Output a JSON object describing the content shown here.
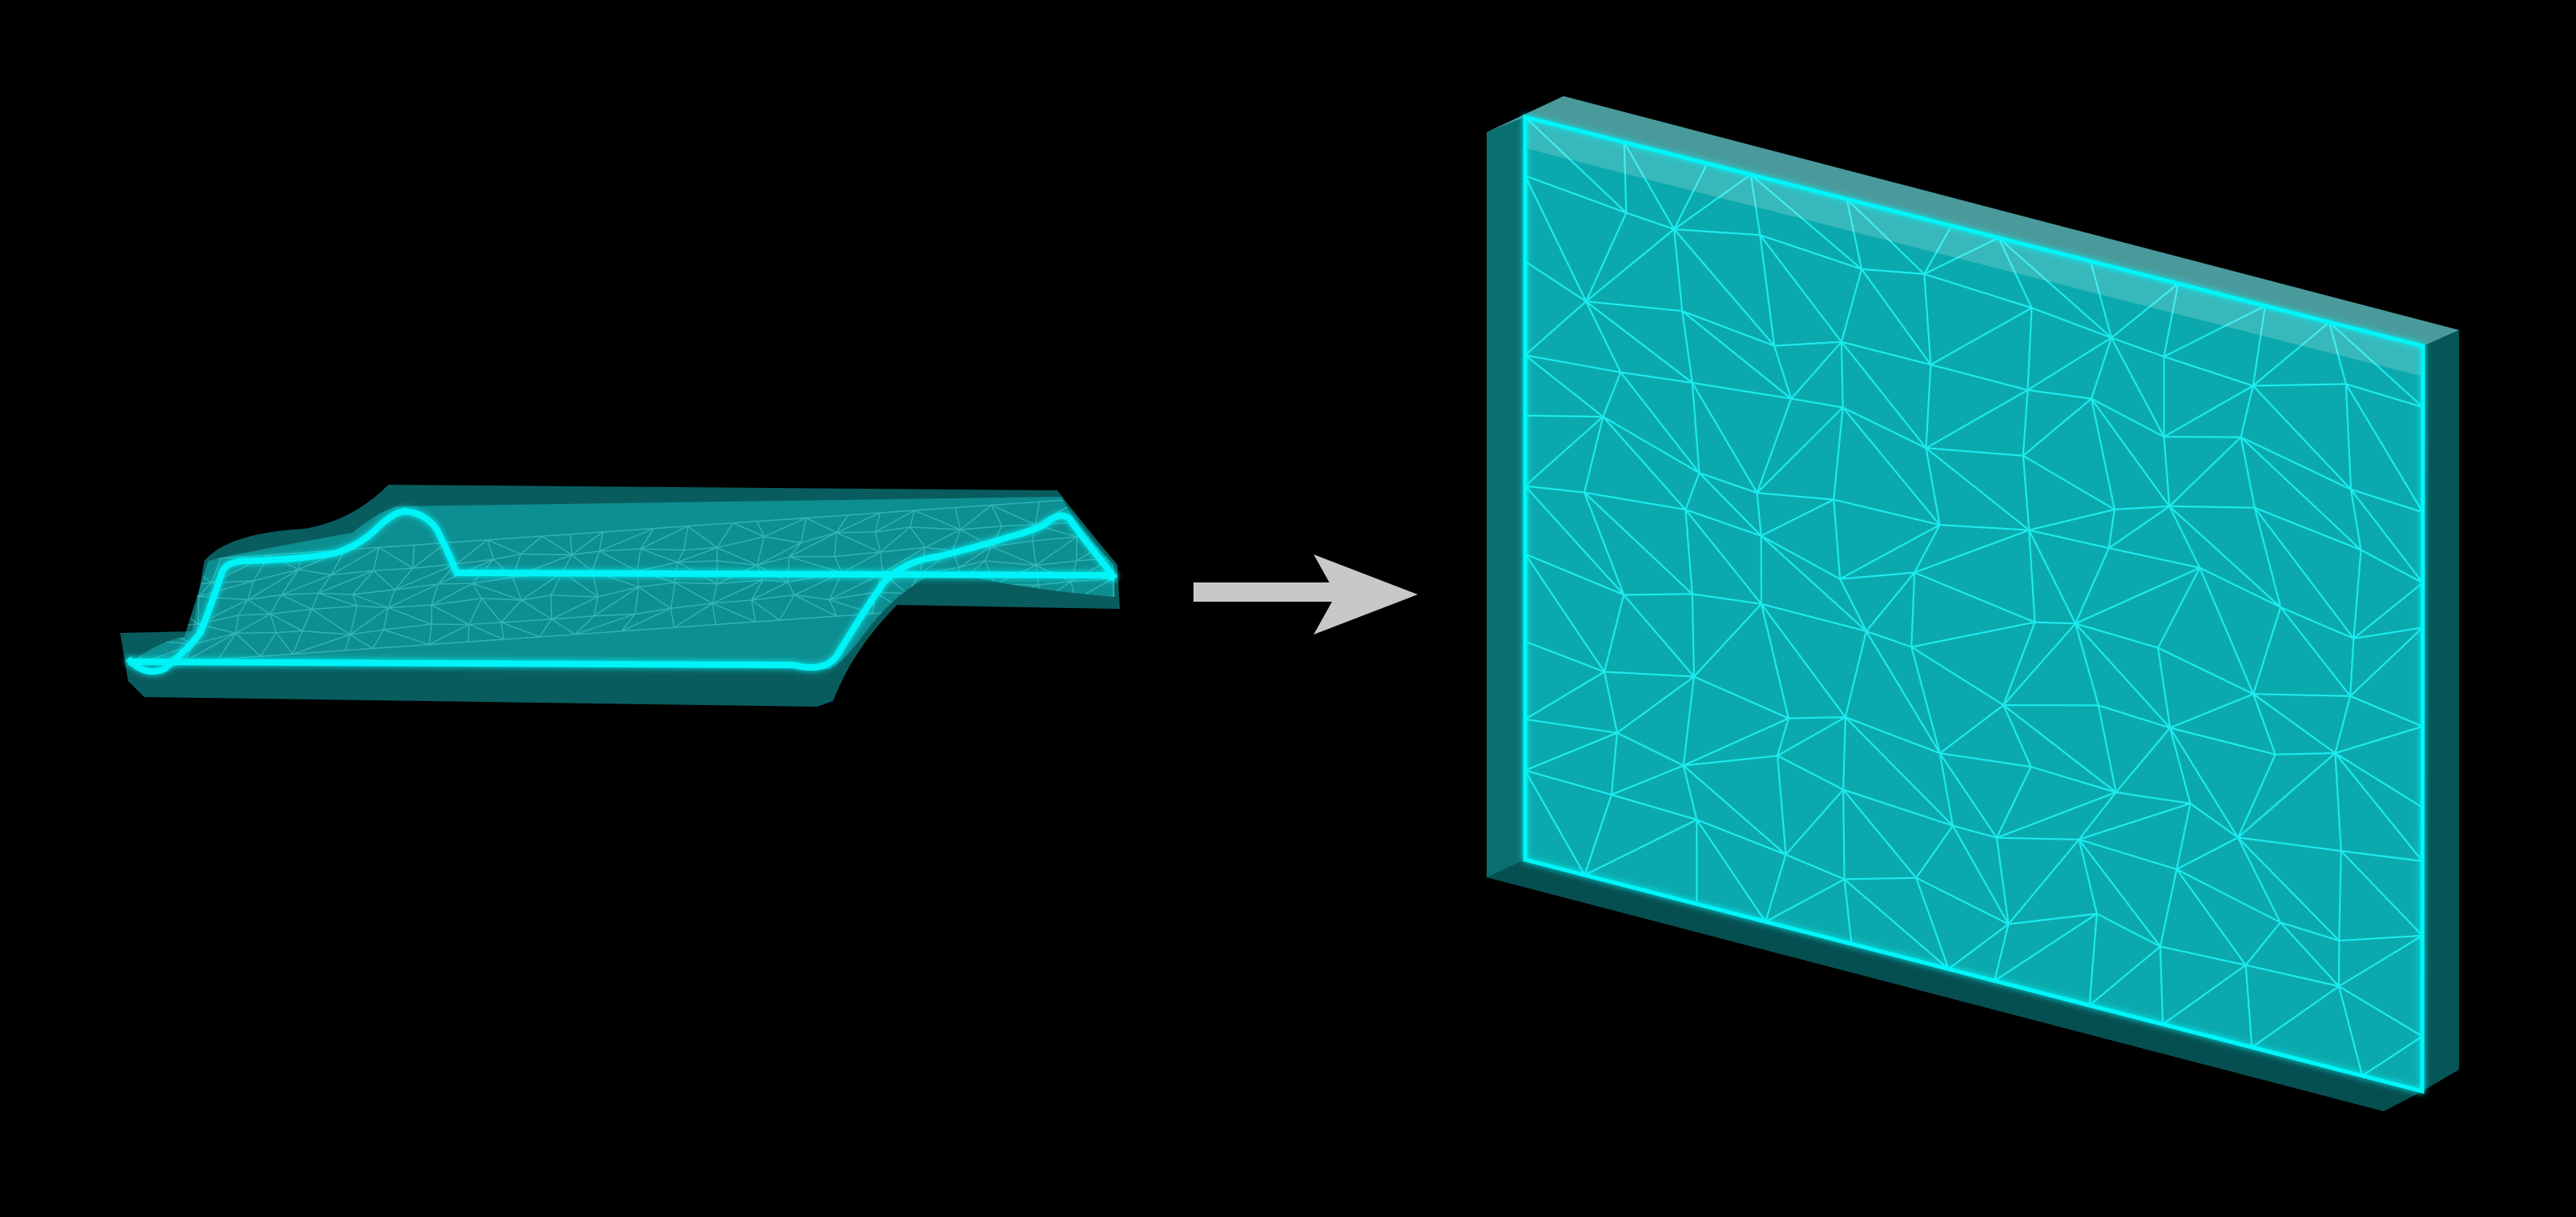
{
  "colors": {
    "background": "#000000",
    "panel_fill": "#0ba9ad",
    "panel_edge_dark": "#075a5c",
    "panel_edge_light": "#4a9a9b",
    "mesh_line": "#1ff2f5",
    "mesh_glow": "#00ffff",
    "arrow": "#c8c8c8"
  },
  "diagram": {
    "left": {
      "shape": "warped-sheet",
      "style": "translucent-triangle-mesh"
    },
    "arrow": {
      "direction": "right",
      "meaning": "transforms-to"
    },
    "right": {
      "shape": "flat-panel",
      "style": "triangle-mesh"
    }
  }
}
